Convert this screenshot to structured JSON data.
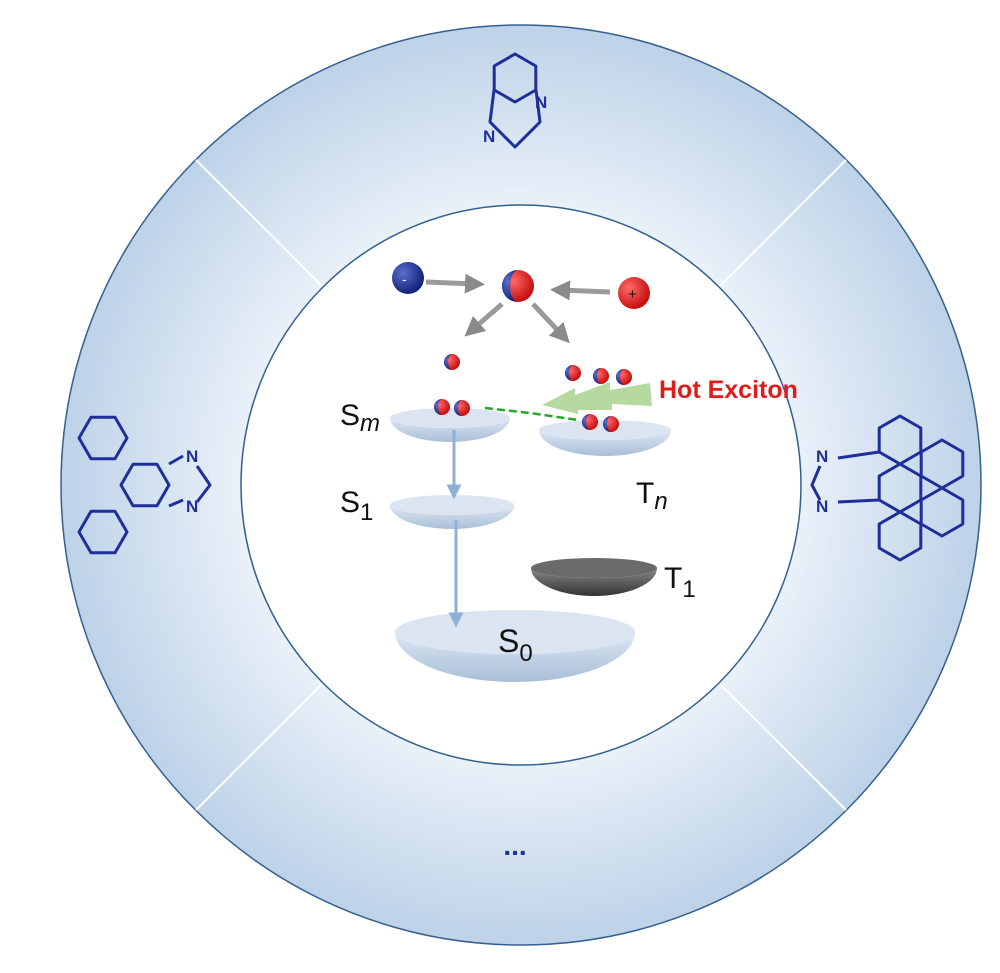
{
  "title": "Hot Exciton",
  "levels": {
    "sm": {
      "main": "S",
      "sub": "m"
    },
    "s1": {
      "main": "S",
      "sub": "1"
    },
    "s0": {
      "main": "S",
      "sub": "0"
    },
    "tn": {
      "main": "T",
      "sub": "n"
    },
    "t1": {
      "main": "T",
      "sub": "1"
    }
  },
  "charges": {
    "negative": "-",
    "positive": "+"
  },
  "molecules": {
    "top": {
      "atoms": [
        "N",
        "N"
      ]
    },
    "left": {
      "atoms": [
        "N",
        "N"
      ]
    },
    "right": {
      "atoms": [
        "N",
        "N"
      ]
    },
    "bottom": {
      "text": "..."
    }
  },
  "colors": {
    "ring": "#c4d6ea",
    "ring_border": "#34608f",
    "hot_exciton": "#e01b1b",
    "molecule": "#1f2f9a",
    "disk": "#c8d7ea",
    "t1_disk": "#555555"
  }
}
